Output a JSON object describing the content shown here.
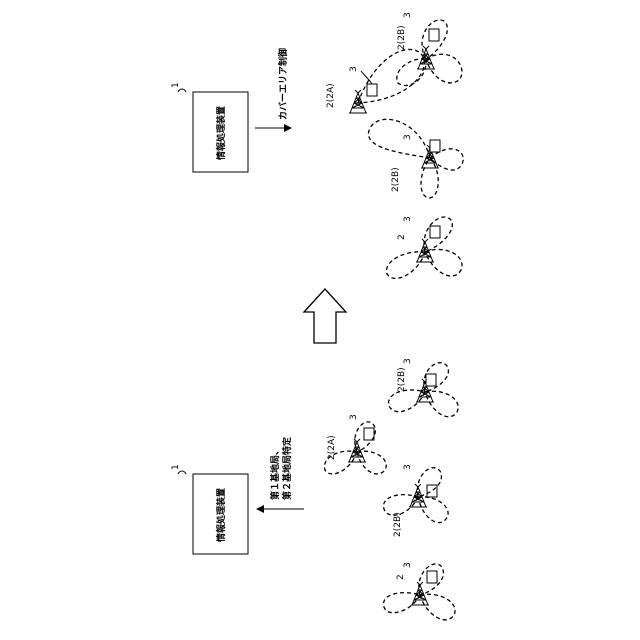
{
  "top": {
    "device_label": "情報処理装置",
    "device_ref": "1",
    "action_label": "カバーエリア制御",
    "stations": [
      {
        "label": "2(2A)"
      },
      {
        "label": "2(2B)"
      },
      {
        "label": ""
      }
    ],
    "tower_ref": "2",
    "unit_ref": "3"
  },
  "bottom": {
    "device_label": "情報処理装置",
    "device_ref": "1",
    "action_label_1": "第１基地局、",
    "action_label_2": "第２基地局特定",
    "stations": [
      {
        "label": "2(2B)"
      },
      {
        "label": "2(2A)"
      },
      {
        "label": "2(2B)"
      },
      {
        "label": ""
      }
    ],
    "tower_ref": "2",
    "unit_ref": "3"
  }
}
